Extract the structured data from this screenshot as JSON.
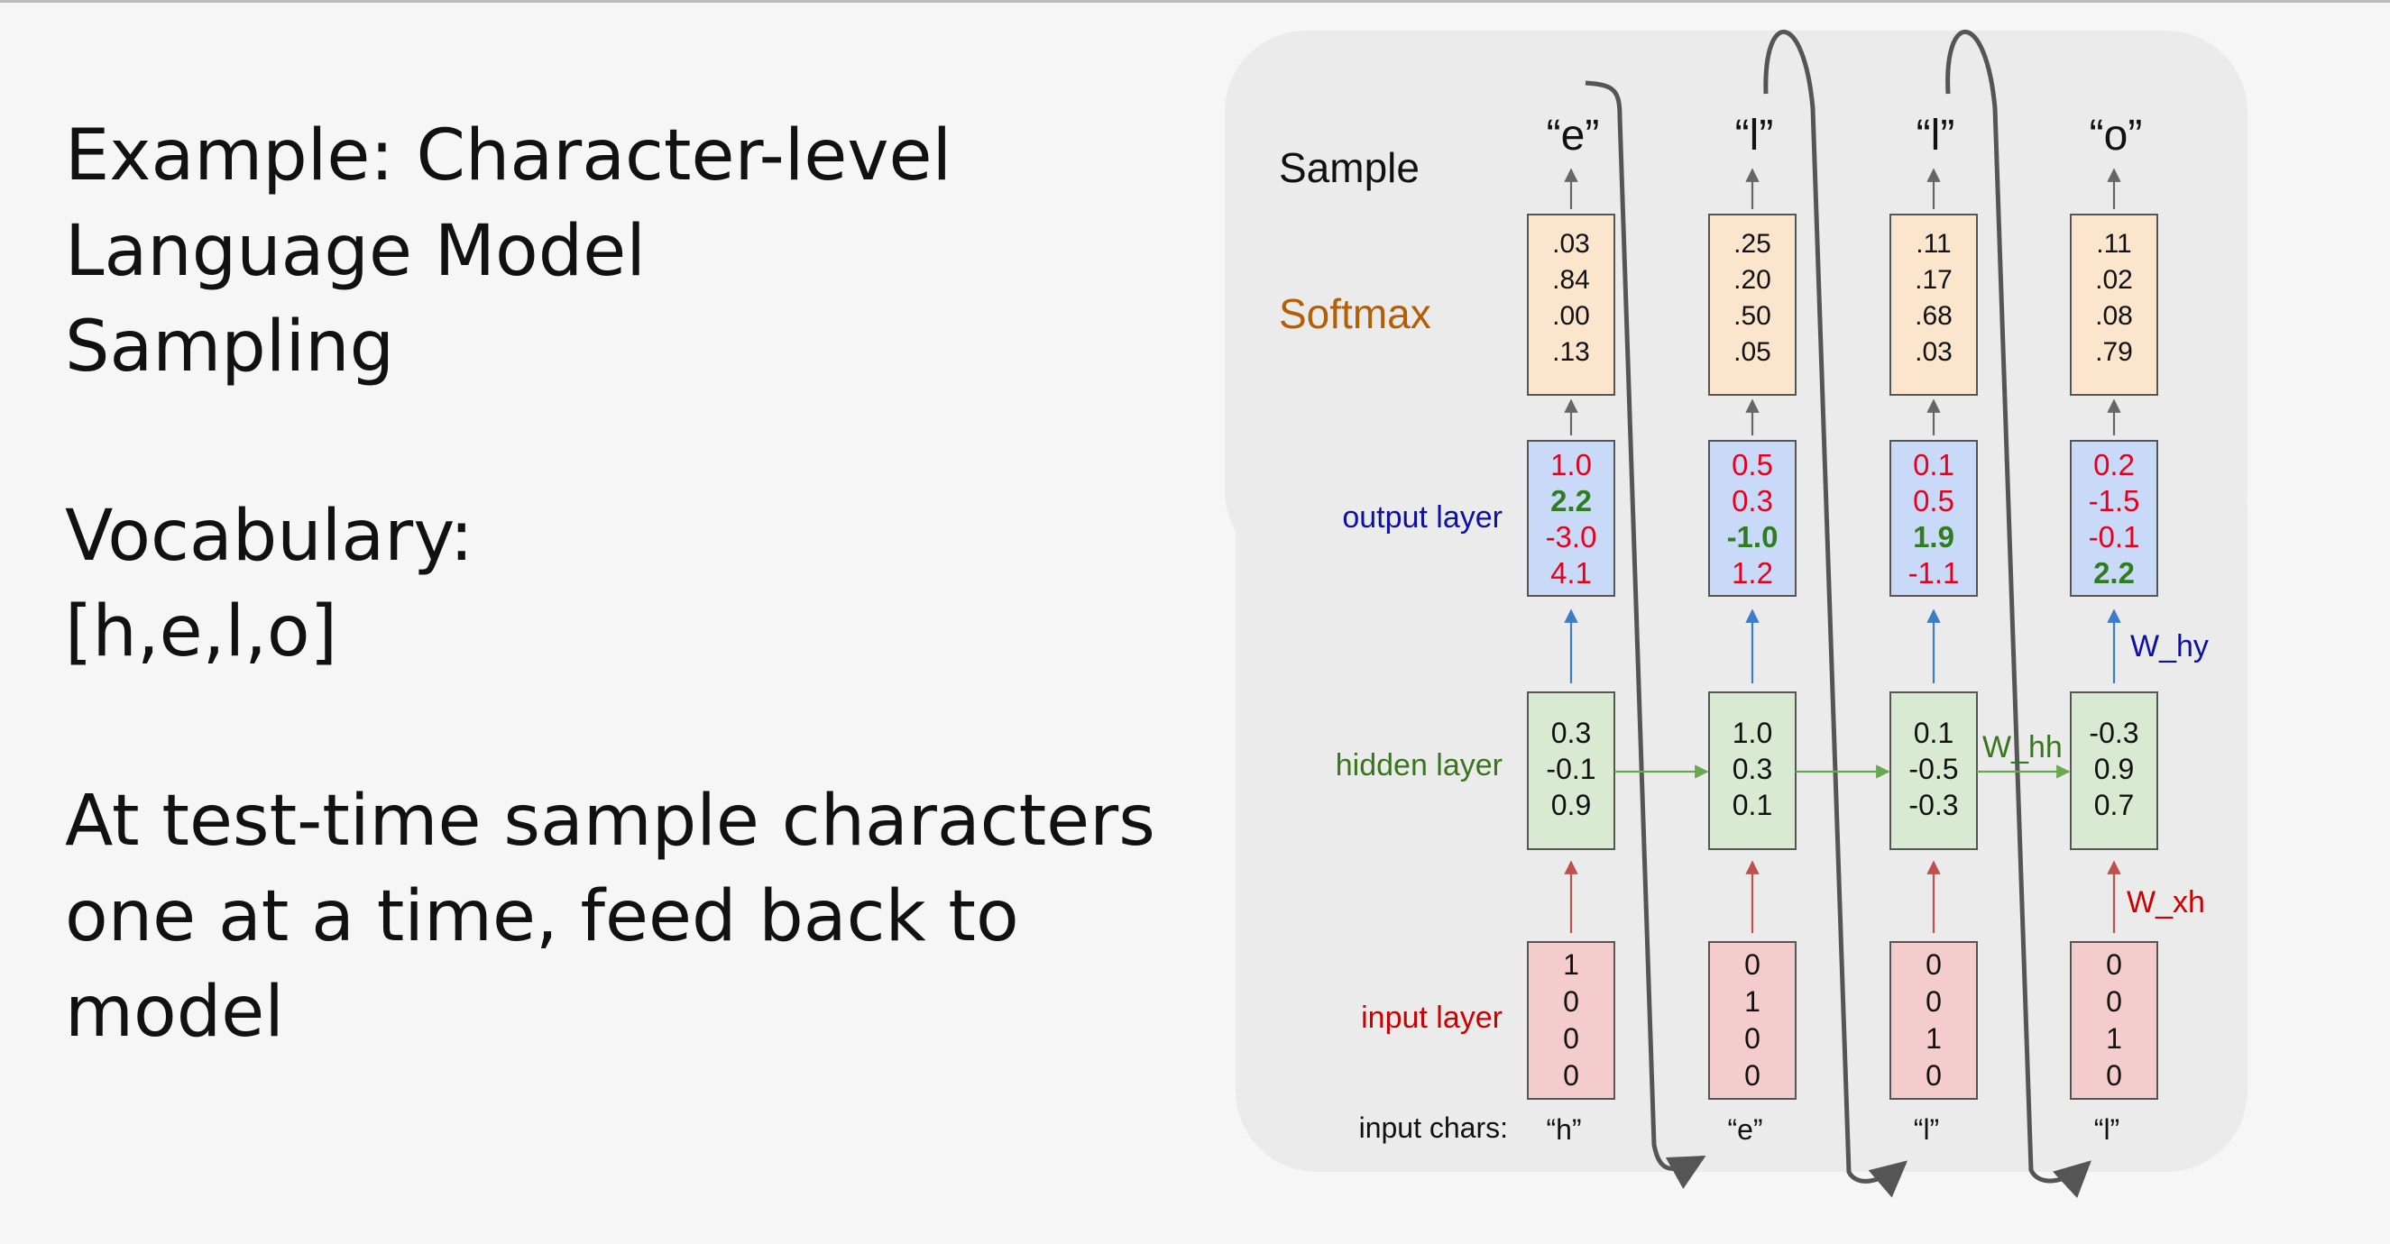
{
  "slide": {
    "paragraphs": [
      {
        "lines": [
          "Example: Character-level",
          "Language Model",
          "Sampling"
        ]
      },
      {
        "lines": [
          "Vocabulary:",
          "[h,e,l,o]"
        ]
      },
      {
        "lines": [
          "At test-time sample characters",
          "one at a time, feed back to",
          "model"
        ]
      }
    ]
  },
  "diagram": {
    "row_labels": {
      "sample": "Sample",
      "softmax": "Softmax",
      "output": "output layer",
      "hidden": "hidden layer",
      "input": "input layer",
      "input_chars": "input chars:"
    },
    "weight_labels": {
      "hy": "W_hy",
      "hh": "W_hh",
      "xh": "W_xh"
    },
    "colors": {
      "softmax_fill": "#fce5cd",
      "output_fill": "#c9daf8",
      "hidden_fill": "#d9ead3",
      "input_fill": "#f4cccc",
      "softmax_label": "#b45f06",
      "output_label": "#0b10a8",
      "hidden_label": "#38761d",
      "input_label": "#cc0000",
      "red_value": "#e8001a",
      "green_value": "#2f7d1f",
      "hidden_arrow": "#6aa84f",
      "output_arrow": "#3d7cc9",
      "input_arrow": "#c0504d",
      "feedback": "#555555"
    },
    "steps": [
      {
        "sample": "“e”",
        "softmax": [
          ".03",
          ".84",
          ".00",
          ".13"
        ],
        "output": [
          {
            "v": "1.0",
            "hl": false
          },
          {
            "v": "2.2",
            "hl": true
          },
          {
            "v": "-3.0",
            "hl": false
          },
          {
            "v": "4.1",
            "hl": false
          }
        ],
        "hidden": [
          "0.3",
          "-0.1",
          "0.9"
        ],
        "input": [
          "1",
          "0",
          "0",
          "0"
        ],
        "char": "“h”"
      },
      {
        "sample": "“l”",
        "softmax": [
          ".25",
          ".20",
          ".50",
          ".05"
        ],
        "output": [
          {
            "v": "0.5",
            "hl": false
          },
          {
            "v": "0.3",
            "hl": false
          },
          {
            "v": "-1.0",
            "hl": true
          },
          {
            "v": "1.2",
            "hl": false
          }
        ],
        "hidden": [
          "1.0",
          "0.3",
          "0.1"
        ],
        "input": [
          "0",
          "1",
          "0",
          "0"
        ],
        "char": "“e”"
      },
      {
        "sample": "“l”",
        "softmax": [
          ".11",
          ".17",
          ".68",
          ".03"
        ],
        "output": [
          {
            "v": "0.1",
            "hl": false
          },
          {
            "v": "0.5",
            "hl": false
          },
          {
            "v": "1.9",
            "hl": true
          },
          {
            "v": "-1.1",
            "hl": false
          }
        ],
        "hidden": [
          "0.1",
          "-0.5",
          "-0.3"
        ],
        "input": [
          "0",
          "0",
          "1",
          "0"
        ],
        "char": "“l”"
      },
      {
        "sample": "“o”",
        "softmax": [
          ".11",
          ".02",
          ".08",
          ".79"
        ],
        "output": [
          {
            "v": "0.2",
            "hl": false
          },
          {
            "v": "-1.5",
            "hl": false
          },
          {
            "v": "-0.1",
            "hl": false
          },
          {
            "v": "2.2",
            "hl": true
          }
        ],
        "hidden": [
          "-0.3",
          "0.9",
          "0.7"
        ],
        "input": [
          "0",
          "0",
          "1",
          "0"
        ],
        "char": "“l”"
      }
    ]
  }
}
